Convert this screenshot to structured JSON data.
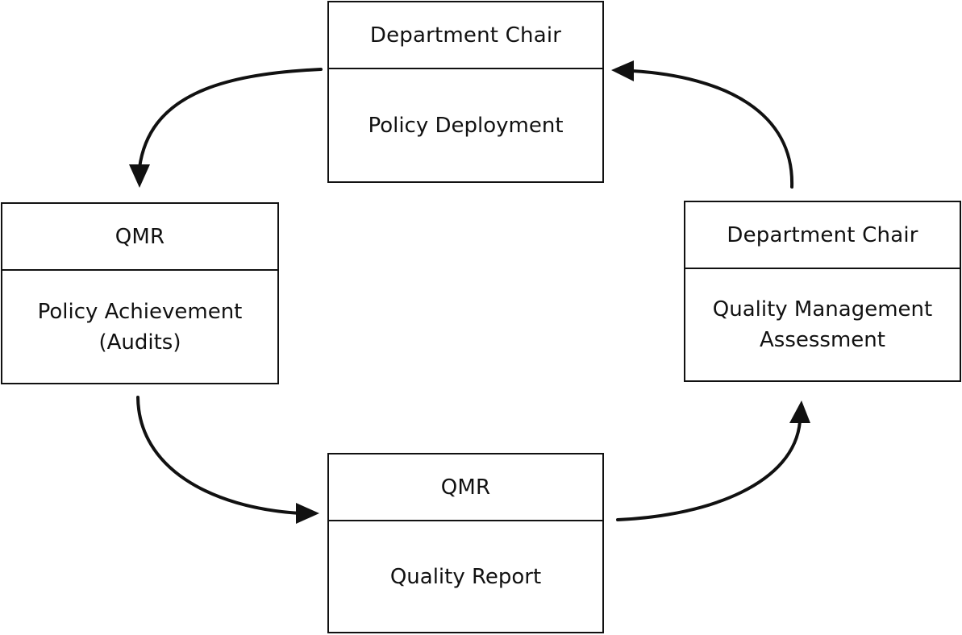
{
  "diagram": {
    "nodes": [
      {
        "id": "top",
        "header": "Department  Chair",
        "body": "Policy Deployment"
      },
      {
        "id": "right",
        "header": "Department  Chair",
        "body": "Quality Management\nAssessment"
      },
      {
        "id": "bottom",
        "header": "QMR",
        "body": "Quality Report"
      },
      {
        "id": "left",
        "header": "QMR",
        "body": "Policy Achievement\n(Audits)"
      }
    ],
    "edges": [
      {
        "from": "top",
        "to": "left"
      },
      {
        "from": "left",
        "to": "bottom"
      },
      {
        "from": "bottom",
        "to": "right"
      },
      {
        "from": "right",
        "to": "top"
      }
    ],
    "colors": {
      "stroke": "#111111",
      "background": "#ffffff"
    }
  }
}
